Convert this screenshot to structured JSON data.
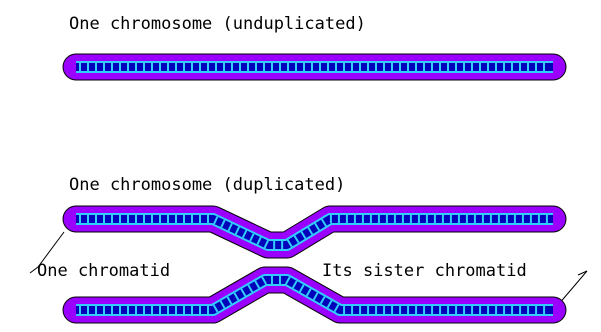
{
  "labels": {
    "unduplicated": "One chromosome (unduplicated)",
    "duplicated": "One chromosome (duplicated)",
    "chromatid": "One chromatid",
    "sister": "Its sister chromatid"
  },
  "colors": {
    "body": "#9900ff",
    "strand": "#33ccff",
    "rung": "#0000bb",
    "outline": "#000000"
  }
}
